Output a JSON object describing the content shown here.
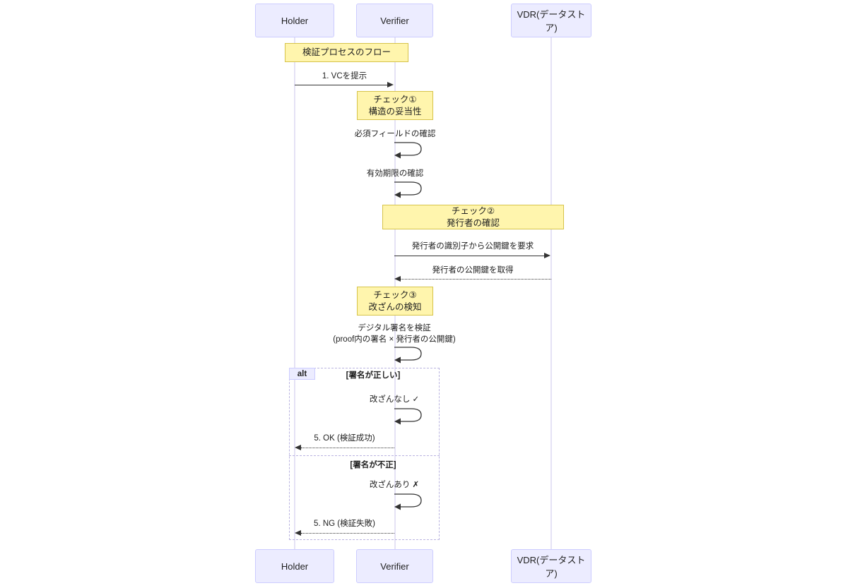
{
  "diagram": {
    "type": "sequence-diagram",
    "colors": {
      "actor_fill": "#ECECFF",
      "actor_stroke": "#CCCCFF",
      "note_fill": "#FFF5AD",
      "note_stroke": "#D6C34A",
      "lifeline": "#E5E2F5",
      "message": "#333333",
      "frame_stroke": "#B9B3E0",
      "background": "#FFFFFF"
    },
    "actors": [
      {
        "id": "holder",
        "label": "Holder"
      },
      {
        "id": "verifier",
        "label": "Verifier"
      },
      {
        "id": "vdr",
        "label": "VDR(データストア)"
      }
    ],
    "title_note": {
      "text": "検証プロセスのフロー"
    },
    "notes": [
      {
        "id": "check1",
        "line1": "チェック①",
        "line2": "構造の妥当性"
      },
      {
        "id": "check2",
        "line1": "チェック②",
        "line2": "発行者の確認"
      },
      {
        "id": "check3",
        "line1": "チェック③",
        "line2": "改ざんの検知"
      }
    ],
    "messages": [
      {
        "id": "m1",
        "label": "1. VCを提示",
        "from": "holder",
        "to": "verifier",
        "style": "solid"
      },
      {
        "id": "m2",
        "label": "必須フィールドの確認",
        "from": "verifier",
        "to": "verifier",
        "style": "self"
      },
      {
        "id": "m3",
        "label": "有効期限の確認",
        "from": "verifier",
        "to": "verifier",
        "style": "self"
      },
      {
        "id": "m4",
        "label": "発行者の識別子から公開鍵を要求",
        "from": "verifier",
        "to": "vdr",
        "style": "solid"
      },
      {
        "id": "m5",
        "label": "発行者の公開鍵を取得",
        "from": "vdr",
        "to": "verifier",
        "style": "dashed"
      },
      {
        "id": "m6",
        "label_line1": "デジタル署名を検証",
        "label_line2": "(proof内の署名 × 発行者の公開鍵)",
        "from": "verifier",
        "to": "verifier",
        "style": "self"
      },
      {
        "id": "m7",
        "label": "改ざんなし ✓",
        "from": "verifier",
        "to": "verifier",
        "style": "self"
      },
      {
        "id": "m8",
        "label": "5. OK (検証成功)",
        "from": "verifier",
        "to": "holder",
        "style": "dashed"
      },
      {
        "id": "m9",
        "label": "改ざんあり ✗",
        "from": "verifier",
        "to": "verifier",
        "style": "self"
      },
      {
        "id": "m10",
        "label": "5. NG (検証失敗)",
        "from": "verifier",
        "to": "holder",
        "style": "dashed"
      }
    ],
    "alt_fragment": {
      "tag": "alt",
      "branches": [
        {
          "condition": "[署名が正しい]"
        },
        {
          "condition": "[署名が不正]"
        }
      ]
    }
  }
}
